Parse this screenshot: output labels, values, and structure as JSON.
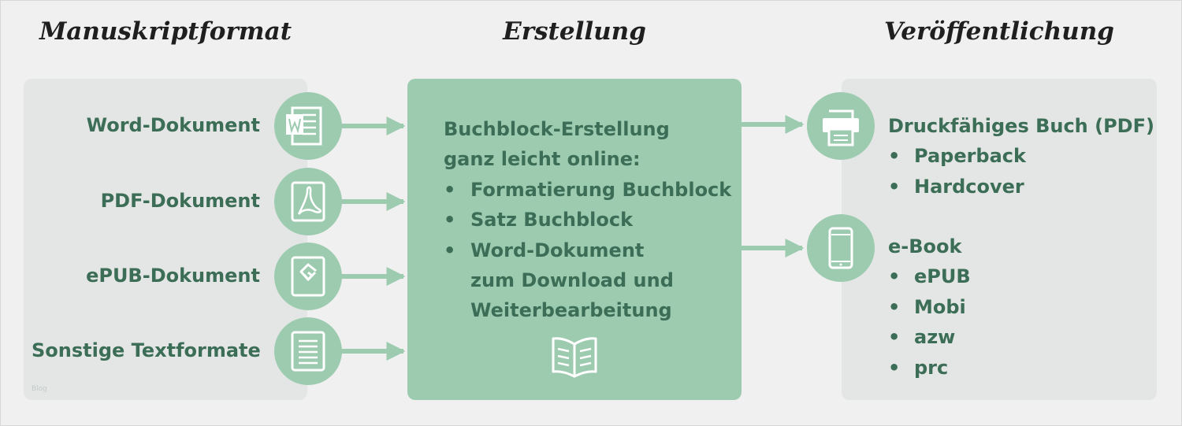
{
  "titles": {
    "left": "Manuskriptformat",
    "middle": "Erstellung",
    "right": "Veröffentlichung"
  },
  "sources": [
    {
      "label": "Word-Dokument",
      "icon": "word-document-icon"
    },
    {
      "label": "PDF-Dokument",
      "icon": "pdf-document-icon"
    },
    {
      "label": "ePUB-Dokument",
      "icon": "epub-document-icon"
    },
    {
      "label": "Sonstige Textformate",
      "icon": "text-document-icon"
    }
  ],
  "creation": {
    "intro_line1": "Buchblock-Erstellung",
    "intro_line2": "ganz leicht online:",
    "bullet_char": "•",
    "bullets": [
      {
        "lines": [
          "Formatierung Buchblock"
        ]
      },
      {
        "lines": [
          "Satz Buchblock"
        ]
      },
      {
        "lines": [
          "Word-Dokument",
          "zum Download und",
          "Weiterbearbeitung"
        ]
      }
    ],
    "icon": "open-book-icon"
  },
  "outputs": {
    "print": {
      "icon": "printer-icon",
      "heading": "Druckfähiges Buch (PDF)",
      "items": [
        "Paperback",
        "Hardcover"
      ]
    },
    "ebook": {
      "icon": "smartphone-icon",
      "heading": "e-Book",
      "items": [
        "ePUB",
        "Mobi",
        "azw",
        "prc"
      ]
    }
  },
  "watermark": "Blog",
  "colors": {
    "background": "#f0f0f0",
    "panel_light": "#e3e6e4",
    "panel_accent": "#9dcbb0",
    "text_green": "#3c6e57",
    "title_text": "#1f1f1f",
    "icon_white": "#ffffff"
  }
}
